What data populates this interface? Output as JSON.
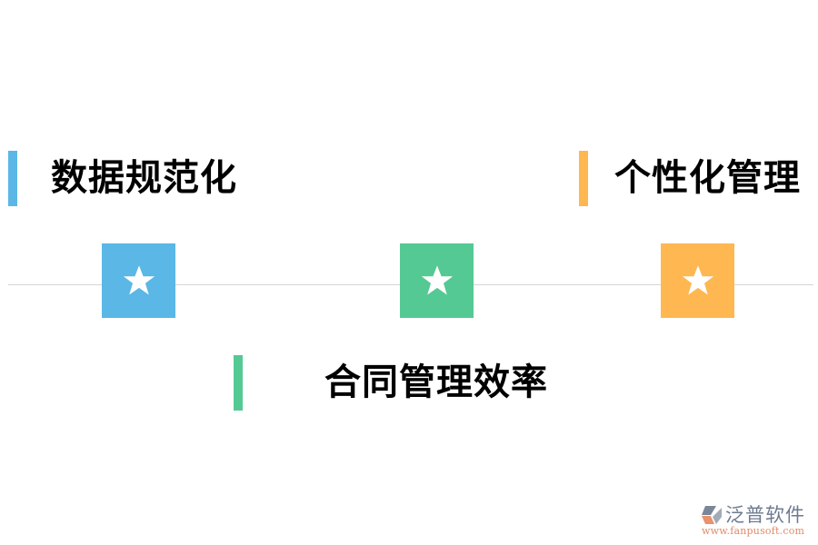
{
  "colors": {
    "blue": "#5ab7e6",
    "green": "#55c994",
    "orange": "#ffb752",
    "line": "#d6d6d6",
    "text": "#000000"
  },
  "items": [
    {
      "id": "data-standardization",
      "label": "数据规范化",
      "color": "blue",
      "icon": "star-icon",
      "position": "top-left"
    },
    {
      "id": "contract-efficiency",
      "label": "合同管理效率",
      "color": "green",
      "icon": "star-icon",
      "position": "bottom-center"
    },
    {
      "id": "personalized-management",
      "label": "个性化管理",
      "color": "orange",
      "icon": "star-icon",
      "position": "top-right"
    }
  ],
  "logo": {
    "name": "泛普软件",
    "url": "www.fanpusoft.com"
  }
}
